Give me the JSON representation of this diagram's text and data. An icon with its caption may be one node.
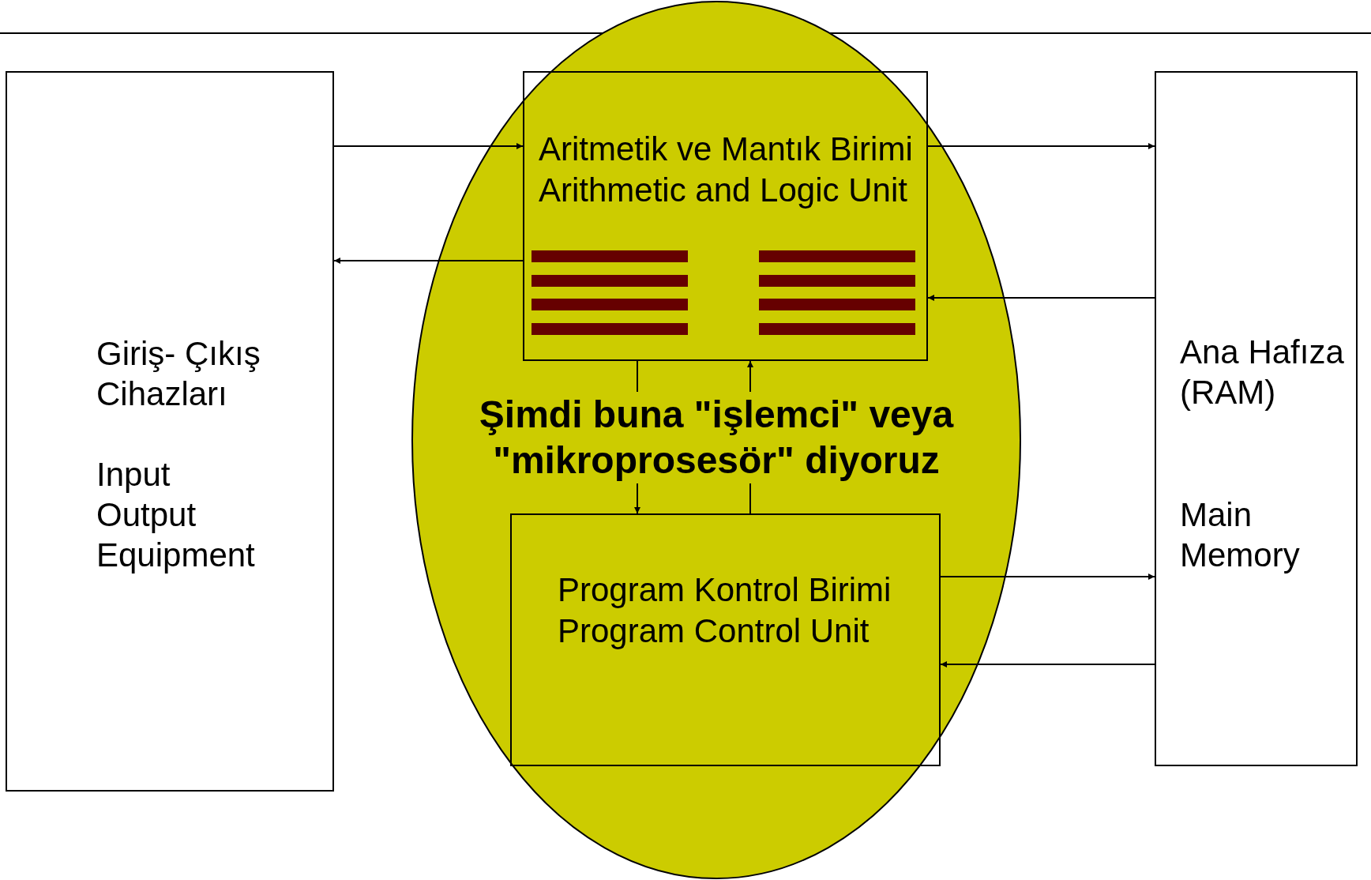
{
  "diagram": {
    "nodes": [
      {
        "text": [
          "Giriş- Çıkış Cihazları",
          "Input Output Equipment"
        ]
      },
      {
        "text": [
          "Şimdi buna \"işlemci\" veya \"mikroprosesör\" diyoruz"
        ]
      },
      {
        "text": [
          "Aritmetik ve Mantık Birimi",
          "Arithmetic and Logic Unit"
        ],
        "in": 1
      },
      {
        "text": [
          "Program Kontrol Birimi",
          "Program Control Unit"
        ],
        "in": 1
      },
      {
        "text": [
          "Ana Hafıza (RAM)",
          "Main Memory"
        ]
      }
    ],
    "edges": [
      {
        "from": 0,
        "to": 2,
        "arrow": "to"
      },
      {
        "from": 2,
        "to": 0,
        "arrow": "to"
      },
      {
        "from": 2,
        "to": 4,
        "arrow": "to"
      },
      {
        "from": 4,
        "to": 2,
        "arrow": "to"
      },
      {
        "from": 2,
        "to": 3,
        "arrow": "to"
      },
      {
        "from": 3,
        "to": 2,
        "arrow": "to"
      },
      {
        "from": 3,
        "to": 4,
        "arrow": "to"
      },
      {
        "from": 4,
        "to": 3,
        "arrow": "to"
      }
    ]
  }
}
